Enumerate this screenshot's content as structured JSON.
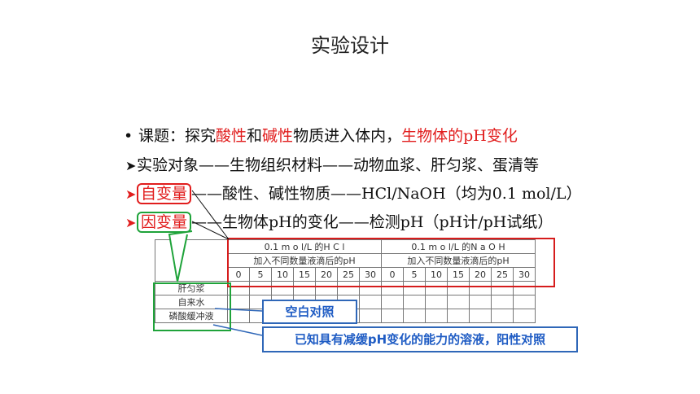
{
  "slide": {
    "title": "实验设计",
    "bullet": {
      "prefix": "课题：探究",
      "acid": "酸性",
      "and": "和",
      "base": "碱性",
      "middle": "物质进入体内，",
      "organism": "生物体的",
      "ph_change": "pH变化"
    },
    "subject_line": "实验对象——生物组织材料——动物血浆、肝匀浆、蛋清等",
    "independent": {
      "label": "自变量",
      "text": "——酸性、碱性物质——HCl/NaOH（均为0.1 mol/L）"
    },
    "dependent": {
      "label": "因变量",
      "text": "——生物体pH的变化——检测pH（pH计/pH试纸）"
    },
    "colors": {
      "red": "#e11d1d",
      "green": "#1fa33a",
      "blue": "#2f67b8"
    }
  },
  "table": {
    "hcl_header": "0.1 m o l/L 的H C l",
    "naoh_header": "0.1 m o l/L 的N a O H",
    "drops_header": "加入不同数量液滴后的pH",
    "drops": [
      "0",
      "5",
      "10",
      "15",
      "20",
      "25",
      "30"
    ],
    "rows": [
      "肝匀浆",
      "自来水",
      "磷酸缓冲液"
    ]
  },
  "notes": {
    "blank_control": "空白对照",
    "positive_control": "已知具有减缓pH变化的能力的溶液，阳性对照"
  }
}
